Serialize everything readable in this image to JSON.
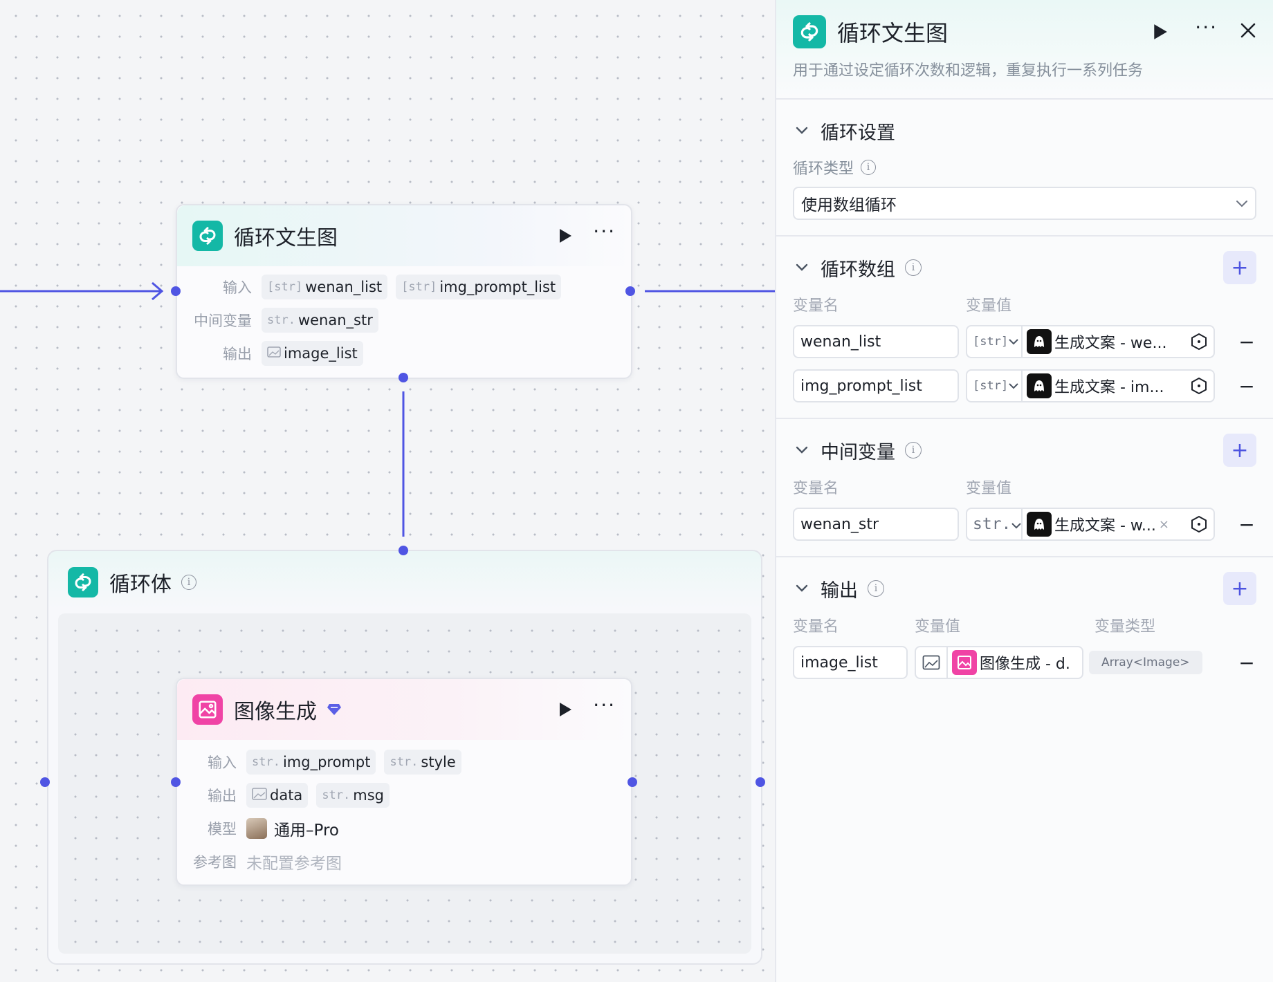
{
  "loop_node": {
    "title": "循环文生图",
    "input_label": "输入",
    "inputs": [
      {
        "type": "[str]",
        "name": "wenan_list"
      },
      {
        "type": "[str]",
        "name": "img_prompt_list"
      }
    ],
    "mid_label": "中间变量",
    "mid_vars": [
      {
        "type": "str.",
        "name": "wenan_str"
      }
    ],
    "output_label": "输出",
    "outputs": [
      {
        "type": "image",
        "name": "image_list"
      }
    ]
  },
  "loop_body": {
    "title": "循环体"
  },
  "image_node": {
    "title": "图像生成",
    "input_label": "输入",
    "inputs": [
      {
        "type": "str.",
        "name": "img_prompt"
      },
      {
        "type": "str.",
        "name": "style"
      }
    ],
    "output_label": "输出",
    "outputs": [
      {
        "type": "image",
        "name": "data"
      },
      {
        "type": "str.",
        "name": "msg"
      }
    ],
    "model_label": "模型",
    "model": "通用–Pro",
    "ref_label": "参考图",
    "ref_value": "未配置参考图"
  },
  "panel": {
    "title": "循环文生图",
    "description": "用于通过设定循环次数和逻辑，重复执行一系列任务",
    "loop_settings": {
      "title": "循环设置",
      "type_label": "循环类型",
      "type_value": "使用数组循环"
    },
    "loop_array": {
      "title": "循环数组",
      "col_name": "变量名",
      "col_value": "变量值",
      "rows": [
        {
          "name": "wenan_list",
          "type": "[str]",
          "ref": "生成文案 - we..."
        },
        {
          "name": "img_prompt_list",
          "type": "[str]",
          "ref": "生成文案 - im..."
        }
      ]
    },
    "mid_vars": {
      "title": "中间变量",
      "col_name": "变量名",
      "col_value": "变量值",
      "rows": [
        {
          "name": "wenan_str",
          "type": "str.",
          "ref": "生成文案 - w..."
        }
      ]
    },
    "outputs": {
      "title": "输出",
      "col_name": "变量名",
      "col_value": "变量值",
      "col_type": "变量类型",
      "rows": [
        {
          "name": "image_list",
          "ref": "图像生成 - d.",
          "vtype": "Array<Image>"
        }
      ]
    }
  },
  "colors": {
    "accent": "#4f55e3",
    "loop_icon": "#14b8a6",
    "image_icon": "#f043a5"
  }
}
